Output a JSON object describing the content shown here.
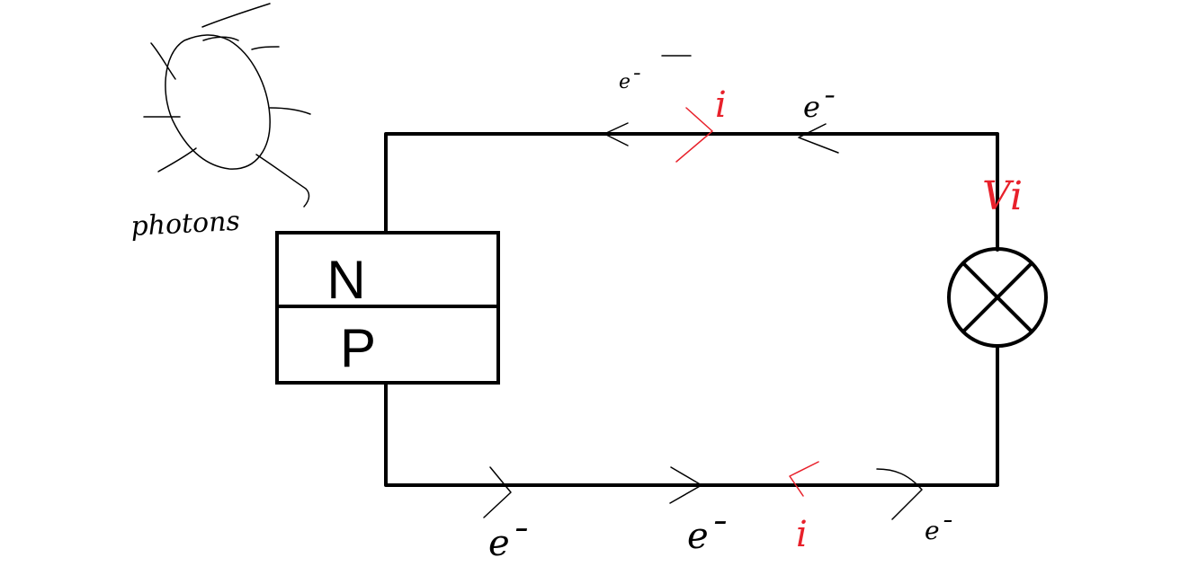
{
  "colors": {
    "ink": "#000000",
    "red": "#e8212b",
    "background": "#ffffff"
  },
  "sun": {
    "icon": "sun-icon",
    "label": "photons"
  },
  "cell": {
    "icon": "pn-junction-icon",
    "top_label": "N",
    "bottom_label": "P"
  },
  "lamp": {
    "icon": "lamp-icon",
    "voltage_label": "Vi"
  },
  "top_wire": {
    "electron_labels": [
      "e¯",
      "e¯"
    ],
    "current_label": "i"
  },
  "bottom_wire": {
    "electron_labels": [
      "e¯",
      "e¯",
      "e¯"
    ],
    "current_label": "i"
  }
}
